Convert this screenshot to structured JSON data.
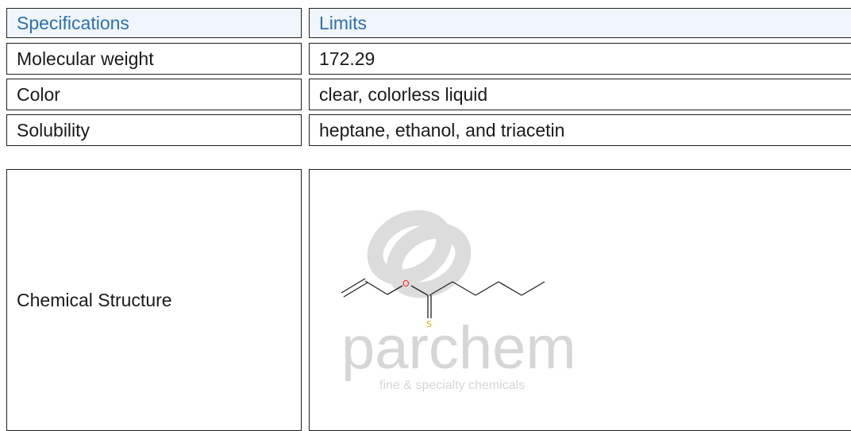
{
  "table": {
    "header": {
      "spec": "Specifications",
      "limits": "Limits"
    },
    "rows": [
      {
        "spec": "Molecular weight",
        "limits": "172.29"
      },
      {
        "spec": "Color",
        "limits": "clear, colorless liquid"
      },
      {
        "spec": "Solubility",
        "limits": "heptane, ethanol, and triacetin"
      }
    ],
    "structure_row": {
      "spec": "Chemical Structure"
    }
  },
  "molecule": {
    "atom_o": "O",
    "atom_s": "S"
  },
  "watermark": {
    "brand": "parchem",
    "tagline": "fine & specialty chemicals"
  },
  "colors": {
    "header_text": "#2f6fae",
    "header_bg": "#f0f6fc",
    "oxygen": "#ff2020",
    "sulfur": "#c9b800",
    "watermark": "#d6d6d6"
  }
}
